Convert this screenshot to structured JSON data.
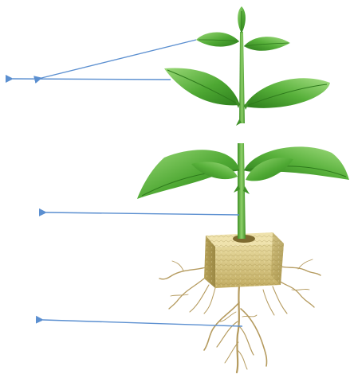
{
  "diagram": {
    "type": "plant-parts-labeling-diagram",
    "subject": "seedling-in-rockwool-cube",
    "pointer_count": 4,
    "answer_labels": [],
    "colors": {
      "background": "#ffffff",
      "arrow": "#5b8fd0",
      "leaf_dark": "#2f8a1f",
      "leaf_light": "#8fd16a",
      "stem": "#5cae3a",
      "cube_light": "#e6d79c",
      "cube_dark": "#a9964f",
      "root": "#b59b5f"
    },
    "icons": [
      "arrow-left-icon"
    ]
  }
}
